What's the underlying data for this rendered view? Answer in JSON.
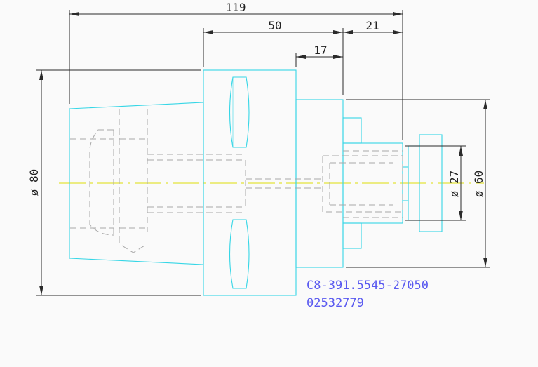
{
  "dimensions": {
    "overall_length": "119",
    "body_length": "50",
    "right_length": "21",
    "step_length": "17",
    "diameter_body": "ø 80",
    "diameter_flange": "ø 60",
    "diameter_shank": "ø 27"
  },
  "part": {
    "code": "C8-391.5545-27050",
    "number": "02532779"
  },
  "colors": {
    "outline": "#35d6e6",
    "hidden": "#a8a8a8",
    "centerline": "#e4e43a",
    "dimension": "#2a2a2a",
    "label": "#5a5af0"
  }
}
